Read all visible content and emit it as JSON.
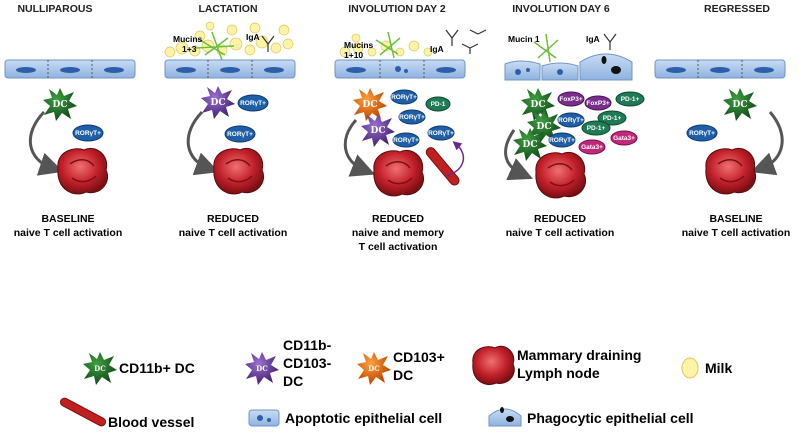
{
  "panels": [
    {
      "title": "NULLIPAROUS",
      "caption": [
        "BASELINE",
        "naive T cell activation"
      ]
    },
    {
      "title": "LACTATION",
      "caption": [
        "REDUCED",
        "naive T cell activation"
      ]
    },
    {
      "title": "INVOLUTION DAY 2",
      "caption": [
        "REDUCED",
        "naive and memory",
        "T cell activation"
      ]
    },
    {
      "title": "INVOLUTION DAY 6",
      "caption": [
        "REDUCED",
        "naive T cell activation"
      ]
    },
    {
      "title": "REGRESSED",
      "caption": [
        "BASELINE",
        "naive T cell activation"
      ]
    }
  ],
  "labels": {
    "mucins_lactation": [
      "Mucins",
      "1+3"
    ],
    "mucins_day2": [
      "Mucins",
      "1+10"
    ],
    "mucin_day6": "Mucin 1",
    "iga": "IgA",
    "dc": "DC",
    "roryt": "RORγT+",
    "pd1": "PD-1",
    "pd1_plus": "PD-1+",
    "foxp3": "FoxP3+",
    "gata3": "Gata3+"
  },
  "legend": {
    "cd11b_dc": "CD11b+ DC",
    "dn_dc": [
      "CD11b-",
      "CD103-",
      "DC"
    ],
    "cd103_dc": [
      "CD103+",
      "DC"
    ],
    "lymph_node": [
      "Mammary draining",
      "Lymph node"
    ],
    "milk": "Milk",
    "blood_vessel": "Blood vessel",
    "apoptotic": "Apoptotic epithelial cell",
    "phagocytic": "Phagocytic epithelial cell"
  },
  "colors": {
    "cd11b_dc": "#1e6b22",
    "dn_dc": "#6a3fa0",
    "cd103_dc": "#e06a10",
    "lymph_node": "#c2202a",
    "roryt": "#1f5fa8",
    "pd1": "#1f7a55",
    "foxp3": "#7a2e8c",
    "gata3": "#c0287a",
    "epithelium": "#a9c6ea",
    "milk": "#fff3a8",
    "vessel": "#c0201f"
  }
}
